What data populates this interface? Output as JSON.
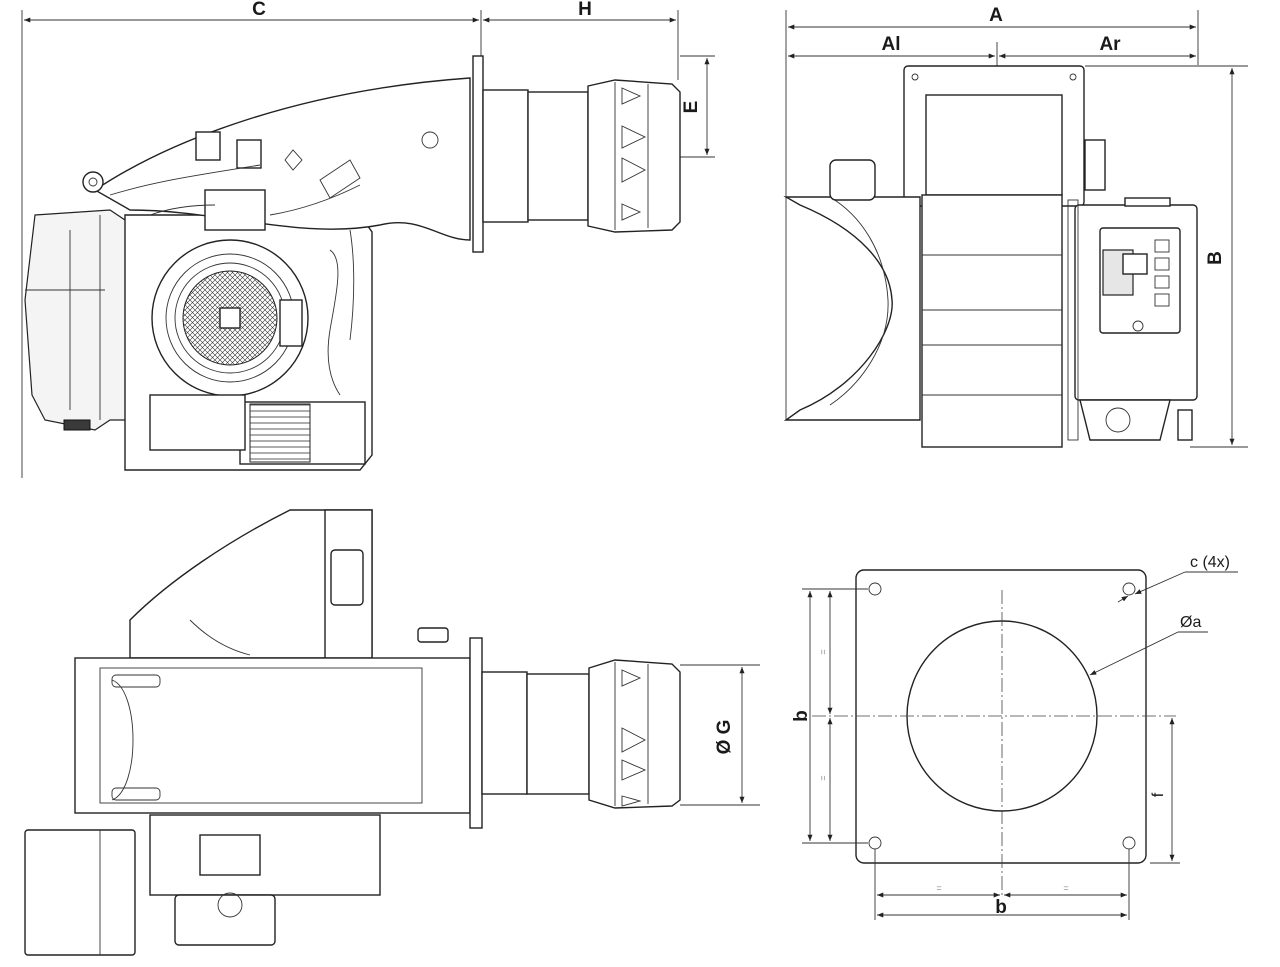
{
  "views": {
    "side": {
      "dim_C": "C",
      "dim_H": "H",
      "dim_E": "E"
    },
    "front": {
      "dim_A": "A",
      "dim_Al": "Al",
      "dim_Ar": "Ar",
      "dim_B": "B"
    },
    "top": {
      "dim_G": "Ø G"
    },
    "flange": {
      "dim_c": "c (4x)",
      "dim_a": "Øa",
      "dim_b_vertical": "b",
      "dim_b_horizontal": "b",
      "dim_f": "f",
      "equal_mark": "="
    }
  }
}
